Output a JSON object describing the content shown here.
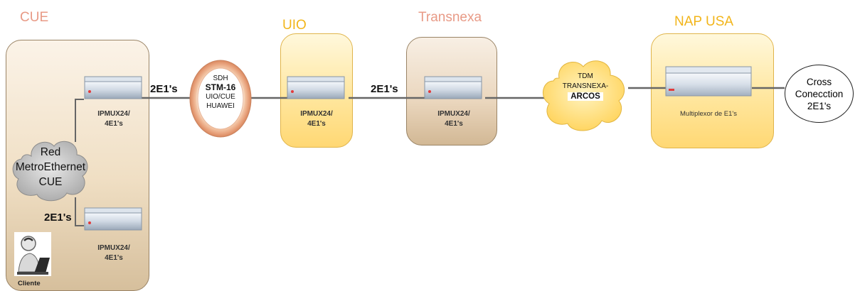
{
  "colors": {
    "region_title": "#e89a86",
    "uio_title": "#f2b51a",
    "cue_fill": "#efdcc0",
    "yellow_fill": "#ffe59a",
    "trans_fill": "#ead6bd",
    "cloud_fill": "#c9c9c9",
    "yellow_cloud_fill": "#ffe178",
    "link_color": "#666666"
  },
  "regions": {
    "cue": "CUE",
    "uio": "UIO",
    "transnexa": "Transnexa",
    "nap_usa": "NAP USA"
  },
  "devices": {
    "cue_top": [
      "IPMUX24/",
      "4E1's"
    ],
    "cue_bottom": [
      "IPMUX24/",
      "4E1's"
    ],
    "uio": [
      "IPMUX24/",
      "4E1's"
    ],
    "transnexa": [
      "IPMUX24/",
      "4E1's"
    ],
    "nap": "Multiplexor de E1's"
  },
  "links": {
    "cue_to_sdh": "2E1's",
    "uio_to_trans": "2E1's",
    "cue_internal": "2E1's"
  },
  "sdh_ring": {
    "line1": "SDH",
    "line2": "STM-16",
    "line3": "UIO/CUE",
    "line4": "HUAWEI"
  },
  "metro_cloud": {
    "line1": "Red",
    "line2": "MetroEthernet",
    "line3": "CUE"
  },
  "tdm_cloud": {
    "line1": "TDM",
    "line2": "TRANSNEXA-",
    "line3": "ARCOS"
  },
  "cross_connect": {
    "line1": "Cross",
    "line2": "Conecction",
    "line3": "2E1's"
  },
  "client": "Cliente"
}
